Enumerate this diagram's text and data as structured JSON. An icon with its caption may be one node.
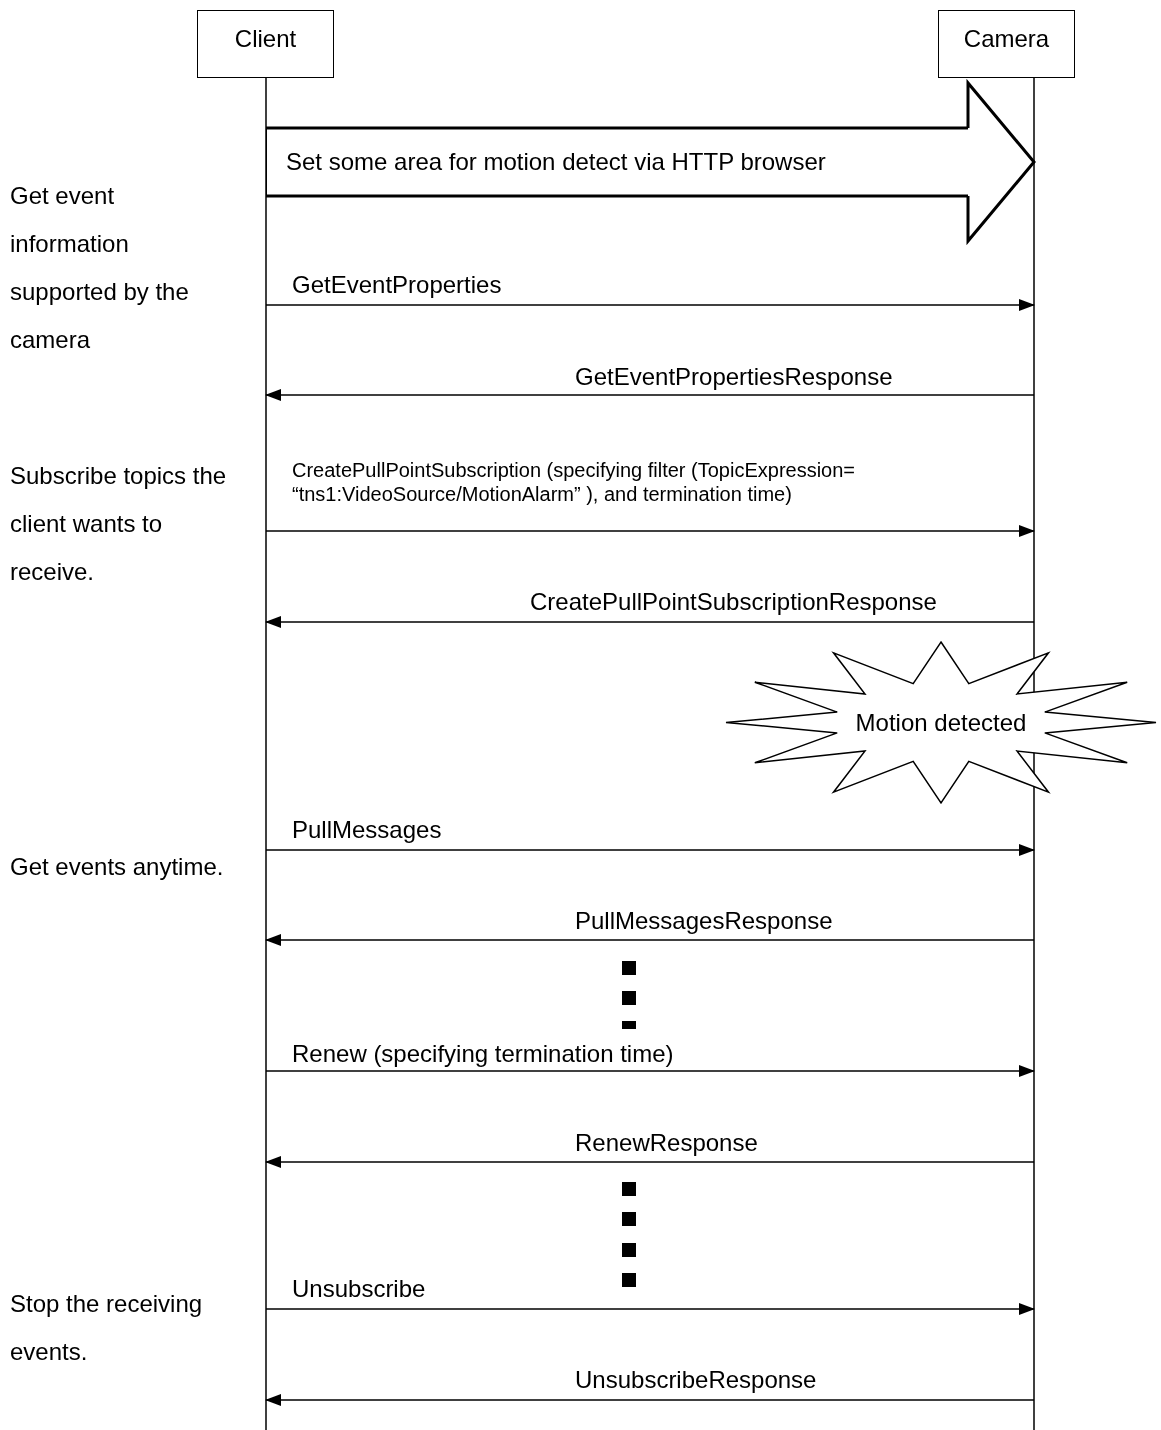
{
  "diagram": {
    "nodes": [
      {
        "text": [
          "Client"
        ]
      },
      {
        "text": [
          "Camera"
        ]
      },
      {
        "text": [
          "Motion detected"
        ]
      }
    ],
    "edges": [
      {
        "from": 0,
        "to": 1,
        "arrow": "to",
        "style": "thick",
        "label": "Set some area for motion detect via HTTP browser"
      },
      {
        "from": 0,
        "to": 1,
        "arrow": "to",
        "label": "GetEventProperties"
      },
      {
        "from": 1,
        "to": 0,
        "arrow": "to",
        "label": "GetEventPropertiesResponse"
      },
      {
        "from": 0,
        "to": 1,
        "arrow": "to",
        "label": "CreatePullPointSubscription (specifying filter (TopicExpression= “tns1:VideoSource/MotionAlarm” ), and termination time)"
      },
      {
        "from": 1,
        "to": 0,
        "arrow": "to",
        "label": "CreatePullPointSubscriptionResponse"
      },
      {
        "from": 0,
        "to": 1,
        "arrow": "to",
        "label": "PullMessages"
      },
      {
        "from": 1,
        "to": 0,
        "arrow": "to",
        "label": "PullMessagesResponse"
      },
      {
        "from": 0,
        "to": 1,
        "arrow": "to",
        "label": "Renew (specifying termination time)"
      },
      {
        "from": 1,
        "to": 0,
        "arrow": "to",
        "label": "RenewResponse"
      },
      {
        "from": 0,
        "to": 1,
        "arrow": "to",
        "label": "Unsubscribe"
      },
      {
        "from": 1,
        "to": 0,
        "arrow": "to",
        "label": "UnsubscribeResponse"
      }
    ],
    "labels": [
      "Get event information supported by the camera",
      "Subscribe topics the client wants to receive.",
      "Get events anytime.",
      "Stop the receiving events."
    ]
  }
}
